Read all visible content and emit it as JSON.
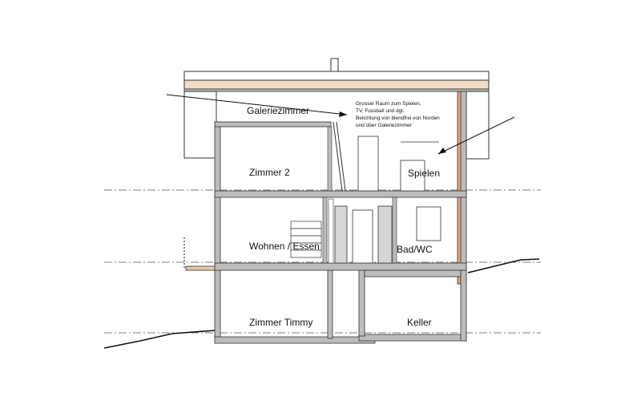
{
  "rooms": {
    "galerie": "Galeriezimmer",
    "zimmer2": "Zimmer 2",
    "spielen": "Spielen",
    "wohnen": "Wohnen / Essen",
    "badwc": "Bad/WC",
    "zimmer_timmy": "Zimmer Timmy",
    "keller": "Keller"
  },
  "note": {
    "lines": [
      "Grosser Raum zum Spielen,",
      "TV, Fussball und dgl.",
      "Belichtung von blendfrei von Norden",
      "und über Galeriezimmer"
    ]
  },
  "colors": {
    "wall": "#bcbcbc",
    "wall_stroke": "#333333",
    "roof": "#f3dcc6",
    "insulation": "#e6a57e",
    "furniture_fill": "#d6d6d6",
    "line": "#111111"
  }
}
